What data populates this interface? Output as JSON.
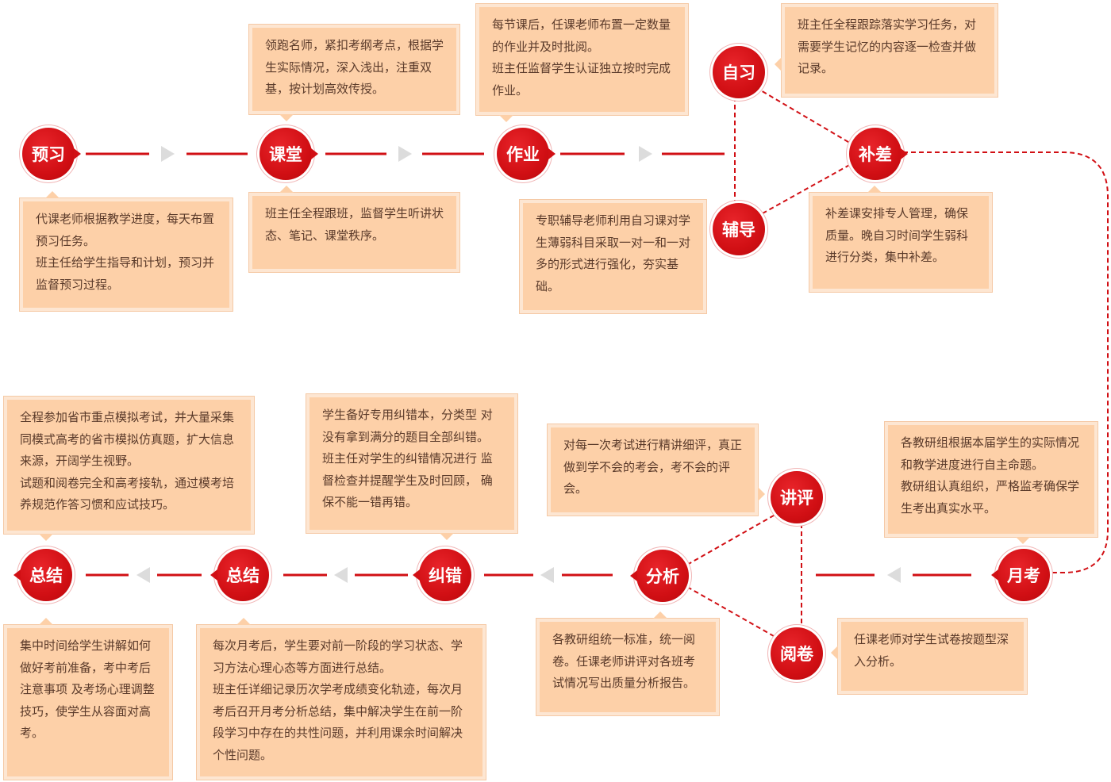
{
  "colors": {
    "accent": "#d10f14",
    "box": "#fdd0a8",
    "arrow": "#dcdcdc"
  },
  "nodes": {
    "yuxi": "预习",
    "ketang": "课堂",
    "zuoye": "作业",
    "zixi": "自习",
    "fudao": "辅导",
    "bucha": "补差",
    "yuekao": "月考",
    "jiangping": "讲评",
    "fenxi": "分析",
    "yuejuan": "阅卷",
    "jiucuo": "纠错",
    "zongjie1": "总结",
    "zongjie2": "总结"
  },
  "boxes": {
    "yuxi": [
      "代课老师根据教学进度，每天布置预习任务。",
      "班主任给学生指导和计划，预习并监督预习过程。"
    ],
    "ketang_top": [
      "领跑名师，紧扣考纲考点，根据学生实际情况，深入浅出，注重双基，按计划高效传授。"
    ],
    "ketang_bottom": [
      "班主任全程跟班，监督学生听讲状态、笔记、课堂秩序。"
    ],
    "zuoye": [
      "每节课后，任课老师布置一定数量的作业并及时批阅。",
      "班主任监督学生认证独立按时完成作业。"
    ],
    "zixi": [
      "班主任全程跟踪落实学习任务，对需要学生记忆的内容逐一检查并做记录。"
    ],
    "fudao": [
      "专职辅导老师利用自习课对学生薄弱科目采取一对一和一对多的形式进行强化，夯实基础。"
    ],
    "bucha": [
      "补差课安排专人管理，确保质量。晚自习时间学生弱科进行分类，集中补差。"
    ],
    "yuekao": [
      "各教研组根据本届学生的实际情况和教学进度进行自主命题。",
      "教研组认真组织，严格监考确保学生考出真实水平。"
    ],
    "jiangping": [
      "对每一次考试进行精讲细评，真正做到学不会的考会，考不会的评会。"
    ],
    "jiucuo": [
      "学生备好专用纠错本，分类型 对没有拿到满分的题目全部纠错。",
      "班主任对学生的纠错情况进行 监督检查并提醒学生及时回顾， 确保不能一错再错。"
    ],
    "zongjie_top": [
      "全程参加省市重点模拟考试，并大量采集同模式高考的省市模拟仿真题，扩大信息来源，开阔学生视野。",
      "试题和阅卷完全和高考接轨，通过模考培养规范作答习惯和应试技巧。"
    ],
    "zongjie_left": [
      "集中时间给学生讲解如何做好考前准备，考中考后注意事项 及考场心理调整技巧，使学生从容面对高考。"
    ],
    "zongjie_mid": [
      "每次月考后，学生要对前一阶段的学习状态、学习方法心理心态等方面进行总结。",
      "班主任详细记录历次学考成绩变化轨迹，每次月考后召开月考分析总结，集中解决学生在前一阶段学习中存在的共性问题，并利用课余时间解决个性问题。"
    ],
    "fenxi": [
      "各教研组统一标准，统一阅卷。任课老师讲评对各班考试情况写出质量分析报告。"
    ],
    "yuejuan": [
      "任课老师对学生试卷按题型深入分析。"
    ]
  }
}
